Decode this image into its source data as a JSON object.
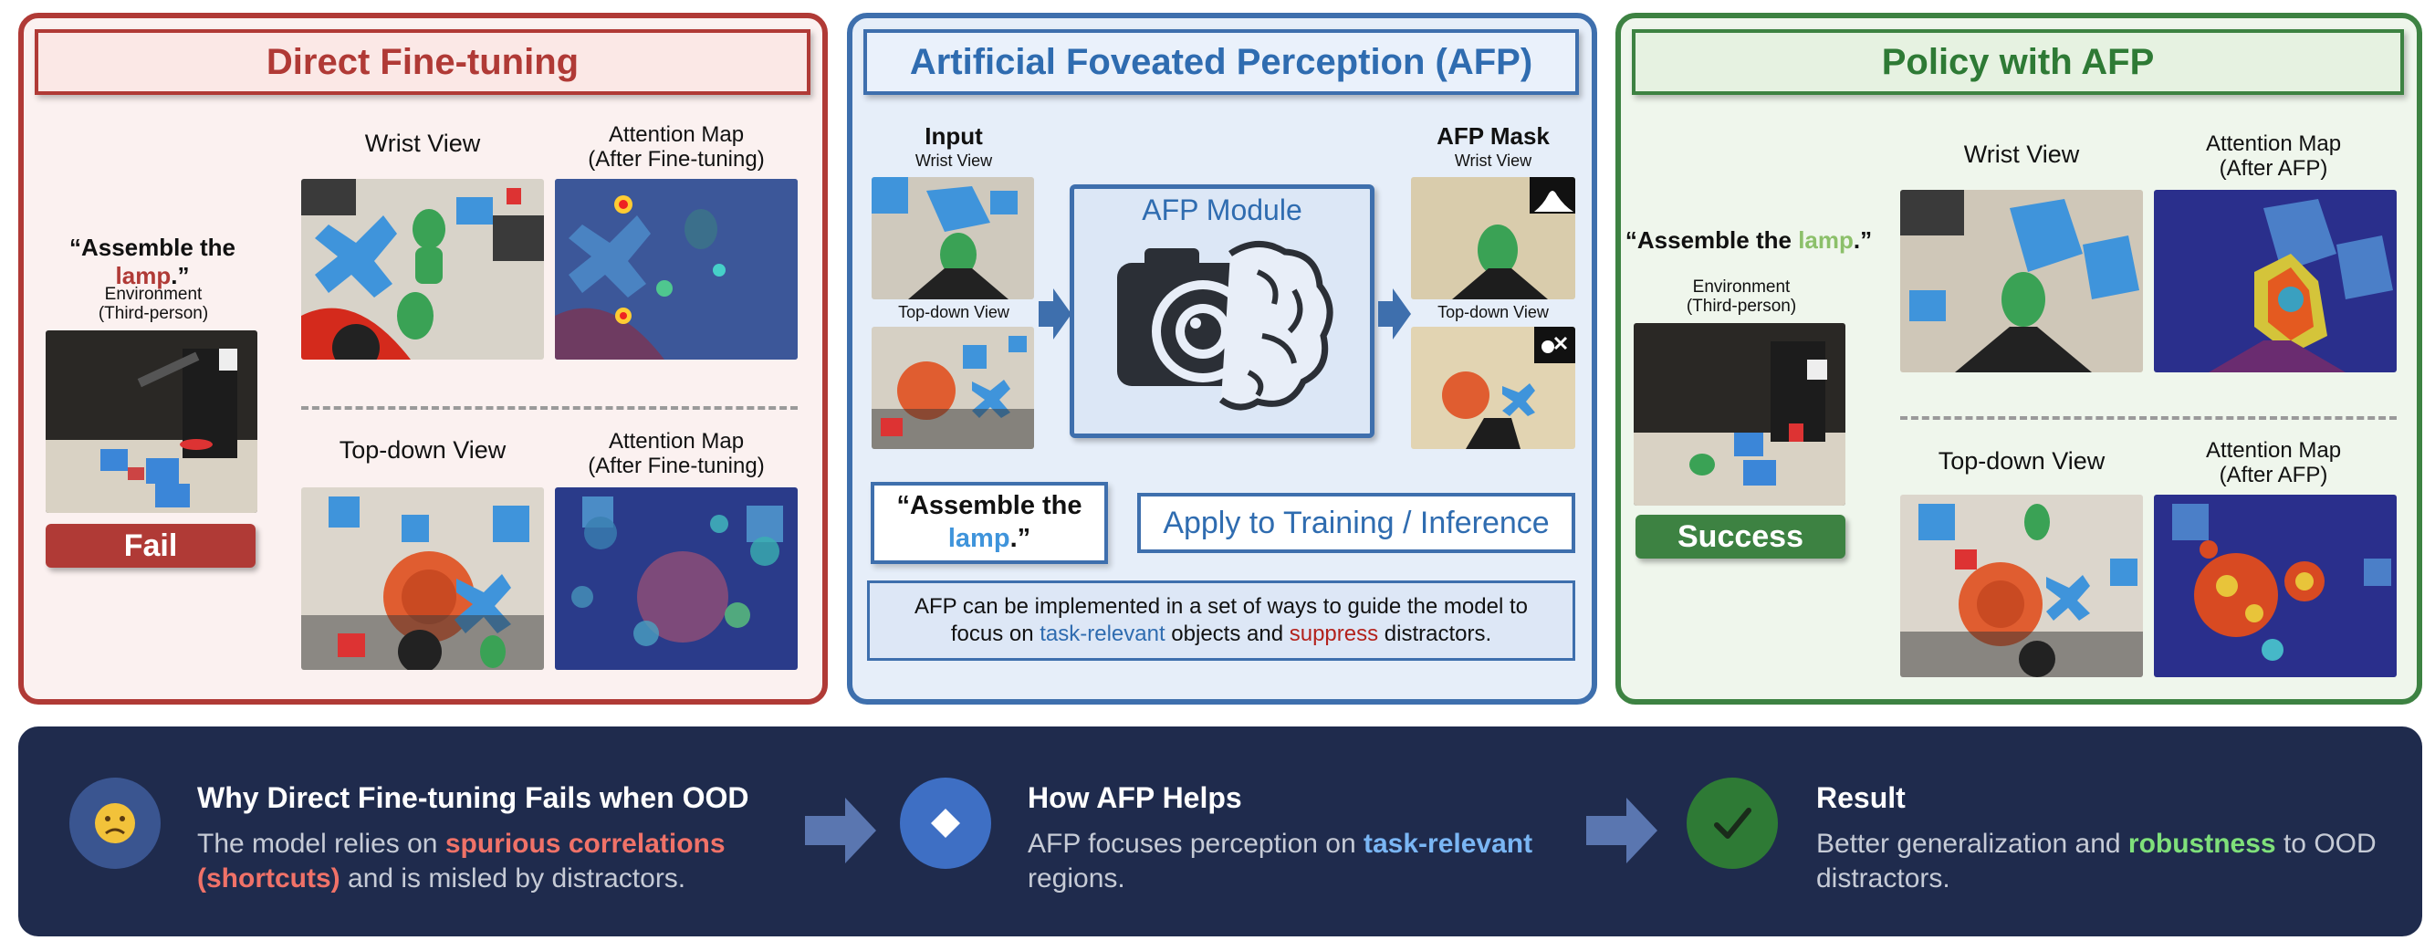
{
  "panels": {
    "direct": {
      "title": "Direct Fine-tuning",
      "instruction_prefix": "“Assemble the ",
      "instruction_object": "lamp",
      "instruction_suffix": ".”",
      "env_label_line1": "Environment",
      "env_label_line2": "(Third-person)",
      "wrist_view": "Wrist View",
      "attention_line1": "Attention Map",
      "attention_line2": "(After Fine-tuning)",
      "topdown_view": "Top-down View",
      "attention2_line1": "Attention Map",
      "attention2_line2": "(After Fine-tuning)",
      "result": "Fail"
    },
    "afp": {
      "title": "Artificial Foveated Perception (AFP)",
      "input_label": "Input",
      "input_wrist": "Wrist View",
      "input_topdown": "Top-down View",
      "module_label": "AFP Module",
      "mask_label": "AFP Mask",
      "mask_wrist": "Wrist View",
      "mask_topdown": "Top-down View",
      "quote_line1": "“Assemble the",
      "quote_object": "lamp",
      "quote_suffix": ".”",
      "apply_label": "Apply to Training / Inference",
      "note_part1": "AFP can be implemented in a set of ways to guide the model to",
      "note_part2": "focus on ",
      "note_relevant": "task-relevant",
      "note_part3": " objects and ",
      "note_suppress": "suppress",
      "note_part4": " distractors."
    },
    "policy": {
      "title": "Policy with AFP",
      "instruction_prefix": "“Assemble the ",
      "instruction_object": "lamp",
      "instruction_suffix": ".”",
      "env_label_line1": "Environment",
      "env_label_line2": "(Third-person)",
      "wrist_view": "Wrist View",
      "attention_line1": "Attention Map",
      "attention_line2": "(After AFP)",
      "topdown_view": "Top-down View",
      "attention2_line1": "Attention Map",
      "attention2_line2": "(After AFP)",
      "result": "Success"
    }
  },
  "summary": {
    "why": {
      "icon": "sad-face-icon",
      "heading": "Why Direct Fine-tuning Fails when OOD",
      "text1": "The model relies on ",
      "highlight": "spurious correlations (shortcuts)",
      "text2": " and is misled by distractors."
    },
    "how": {
      "icon": "diamond-icon",
      "heading": "How AFP Helps",
      "text1": "AFP focuses perception on ",
      "highlight": "task-relevant",
      "text2": " regions."
    },
    "result": {
      "icon": "checkmark-icon",
      "heading": "Result",
      "text1": "Better generalization and ",
      "highlight": "robustness",
      "text2": " to OOD distractors."
    }
  },
  "colors": {
    "fail_red": "#b03a36",
    "afp_blue": "#3e6fad",
    "success_green": "#3d8242",
    "bottom_bg": "#1f2b4d"
  }
}
